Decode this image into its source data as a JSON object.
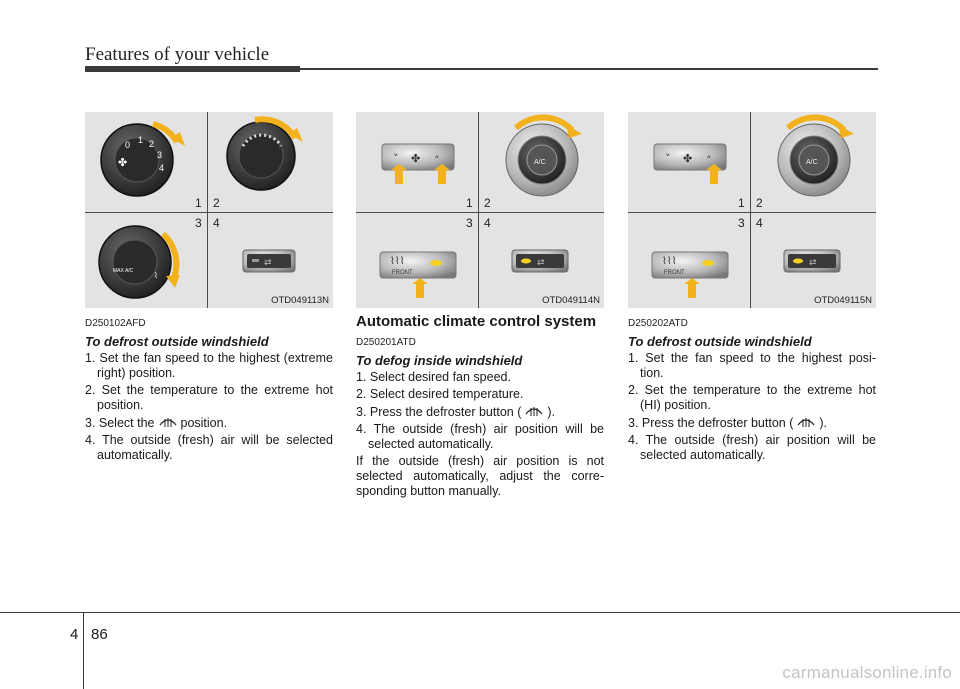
{
  "header": {
    "title": "Features of your vehicle"
  },
  "figures": [
    {
      "code": "OTD049113N",
      "quadrants": [
        "1",
        "2",
        "3",
        "4"
      ],
      "dial_numbers": [
        "0",
        "1",
        "2",
        "3",
        "4"
      ],
      "mode_label": "MAX A/C"
    },
    {
      "code": "OTD049114N",
      "quadrants": [
        "1",
        "2",
        "3",
        "4"
      ],
      "knob_label": "A/C",
      "button_label": "FRONT"
    },
    {
      "code": "OTD049115N",
      "quadrants": [
        "1",
        "2",
        "3",
        "4"
      ],
      "knob_label": "A/C",
      "button_label": "FRONT"
    }
  ],
  "col1": {
    "code": "D250102AFD",
    "subhead": "To defrost outside windshield",
    "steps": [
      "1. Set the fan speed to the highest (extreme right) position.",
      "2. Set the temperature to the extreme hot position.",
      "3. Select the",
      "position.",
      "4. The outside (fresh) air will be selected automatically."
    ]
  },
  "col2": {
    "title": "Automatic climate control system",
    "code": "D250201ATD",
    "subhead": "To defog inside windshield",
    "steps": [
      "1. Select desired fan speed.",
      "2. Select desired temperature.",
      "3. Press the defroster button (",
      ").",
      "4. The outside (fresh) air position will be selected automatically."
    ],
    "para": "If the outside (fresh) air position is not selected automatically, adjust the corre- sponding button manually."
  },
  "col3": {
    "code": "D250202ATD",
    "subhead": "To defrost outside windshield",
    "steps": [
      "1. Set the fan speed to the highest posi- tion.",
      "2. Set the temperature to the extreme hot (HI) position.",
      "3. Press the defroster button (",
      ").",
      "4. The outside (fresh) air position will be selected automatically."
    ]
  },
  "footer": {
    "chapter": "4",
    "page": "86",
    "watermark": "carmanualsonline.info"
  },
  "colors": {
    "arrow": "#f2b21e",
    "glow": "#f5d020",
    "knob": "#3c3c3c",
    "rule": "#3a3a3a"
  }
}
